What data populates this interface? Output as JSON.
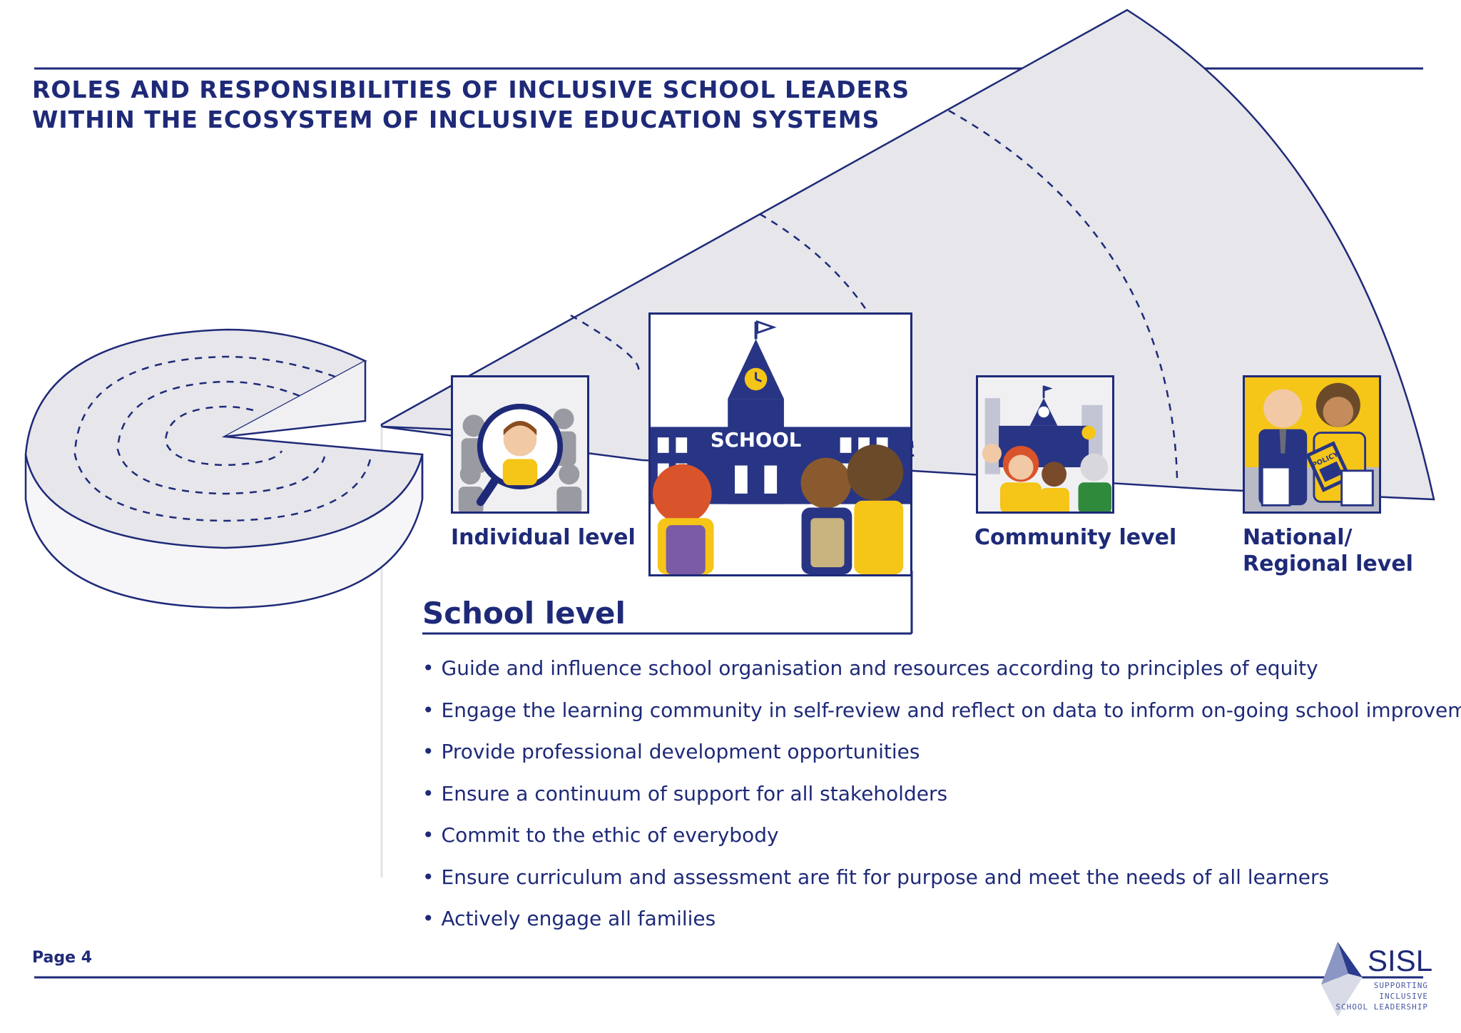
{
  "header": {
    "title_line1": "ROLES AND RESPONSIBILITIES OF INCLUSIVE SCHOOL LEADERS",
    "title_line2": "WITHIN THE ECOSYSTEM OF INCLUSIVE EDUCATION SYSTEMS"
  },
  "levels": {
    "individual": "Individual level",
    "community": "Community level",
    "national_line1": "National/",
    "national_line2": "Regional level"
  },
  "school_card": {
    "sign": "SCHOOL",
    "badge": "POLICY"
  },
  "school_level": {
    "heading": "School level",
    "bullets": [
      "Guide and influence school organisation and resources according to principles of equity",
      "Engage the learning community in self-review and reflect on data to inform on-going school improvement",
      "Provide professional development opportunities",
      "Ensure a continuum of support for all stakeholders",
      "Commit to the ethic of everybody",
      "Ensure curriculum and assessment are fit for purpose and meet the needs of all learners",
      "Actively engage all families"
    ]
  },
  "footer": {
    "page_label": "Page 4",
    "logo_text": "SISL",
    "logo_sub_line1": "SUPPORTING INCLUSIVE",
    "logo_sub_line2": "SCHOOL LEADERSHIP"
  },
  "colors": {
    "navy": "#1e2a78",
    "light_grey": "#e4e4ea",
    "yellow": "#f5c518",
    "orange": "#d9532b"
  }
}
